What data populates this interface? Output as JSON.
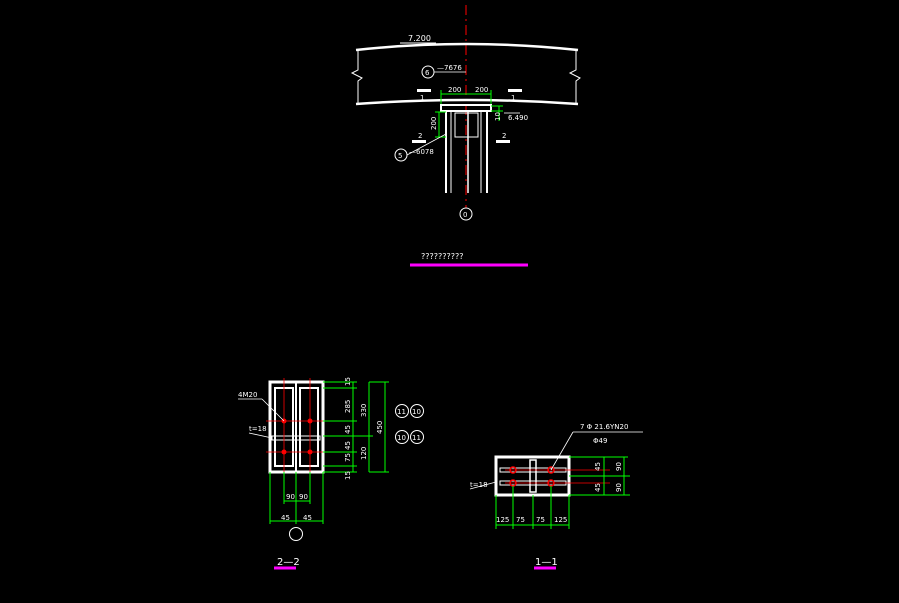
{
  "top": {
    "elevation_top": "7.200",
    "elevation_bottom": "6.490",
    "plate_upper": "—7676",
    "plate_lower": "—6078",
    "dim_left": "200",
    "dim_right": "200",
    "dim_vertical": "200",
    "dim_ten": "10",
    "circle_top": "6",
    "circle_lower": "5",
    "axis": "0",
    "sect1_a": "1",
    "sect1_b": "1",
    "sect2_a": "2",
    "sect2_b": "2",
    "garbled_title": "??????????"
  },
  "view22": {
    "bolt_label": "4M20",
    "plate_t": "t=18",
    "dims_v": [
      "15",
      "285",
      "45",
      "75",
      "45",
      "15"
    ],
    "dims_v2": [
      "330",
      "120"
    ],
    "dims_total": "450",
    "dims_h1": [
      "90",
      "90"
    ],
    "dims_h2": [
      "45",
      "45"
    ],
    "circles": [
      "11",
      "10",
      "10",
      "11"
    ],
    "title": "2—2"
  },
  "view11": {
    "bolt_note": "7 Φ  21.6YN20",
    "bolt_note2": "Φ49",
    "plate_t": "t=18",
    "dims_h": [
      "125",
      "75",
      "75",
      "125"
    ],
    "dims_v1": [
      "45",
      "45"
    ],
    "dims_v2": [
      "90",
      "90"
    ],
    "title": "1—1"
  },
  "colors": {
    "line": "#ffffff",
    "dimension": "#00ff00",
    "centerline": "#ff0000",
    "title_underline": "#ff00ff",
    "bolt": "#ff0000"
  }
}
